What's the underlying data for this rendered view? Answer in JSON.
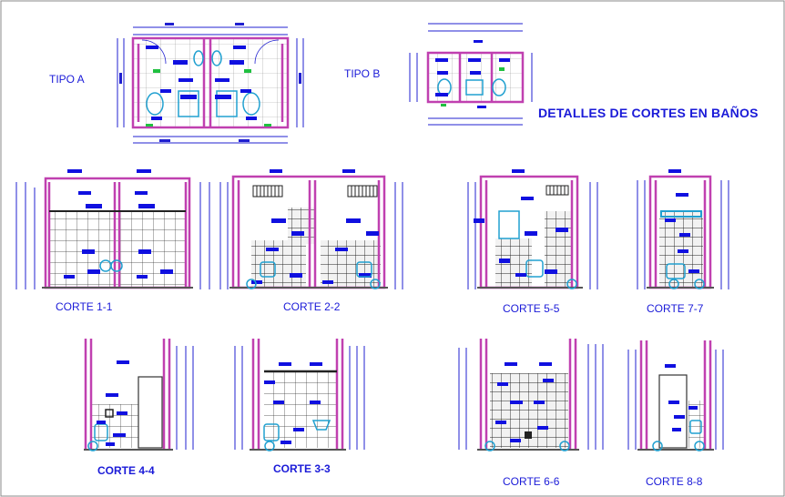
{
  "sheet": {
    "title": "DETALLES DE CORTES EN BAÑOS",
    "colors": {
      "wall": "#c040b0",
      "dimension": "#2020d0",
      "annotation": "#1010e0",
      "tile_grid": "#222222",
      "fixture": "#20a0d0",
      "accent_green": "#20c040",
      "frame": "#888888"
    }
  },
  "plans": [
    {
      "label": "TIPO A"
    },
    {
      "label": "TIPO B"
    }
  ],
  "sections": [
    {
      "label": "CORTE 1-1"
    },
    {
      "label": "CORTE 2-2"
    },
    {
      "label": "CORTE 5-5"
    },
    {
      "label": "CORTE 7-7"
    },
    {
      "label": "CORTE 4-4"
    },
    {
      "label": "CORTE 3-3"
    },
    {
      "label": "CORTE 6-6"
    },
    {
      "label": "CORTE 8-8"
    }
  ]
}
